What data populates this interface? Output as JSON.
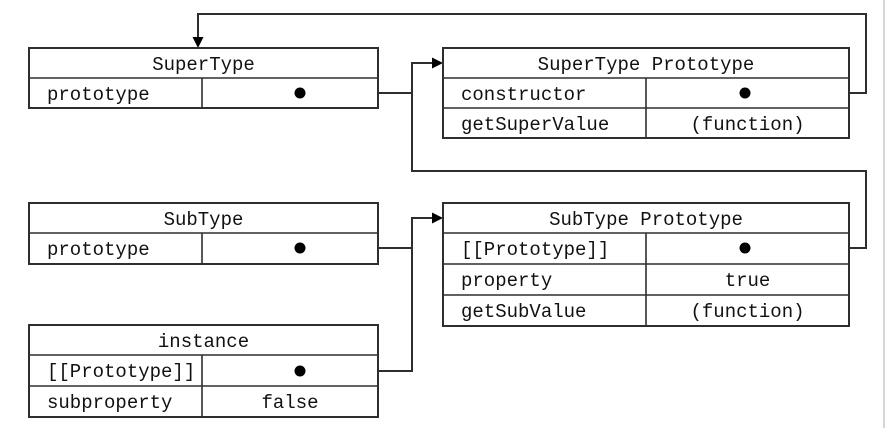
{
  "diagram": {
    "theme": {
      "background": "#ffffff",
      "line_color": "#2e2e2e",
      "text_color": "#111111",
      "pointer_color": "#000000",
      "page_edge_color": "#d8d4dc"
    },
    "boxes": {
      "supertype": {
        "title": "SuperType",
        "rows": [
          {
            "label": "prototype",
            "value": ""
          }
        ]
      },
      "supertype_prototype": {
        "title": "SuperType Prototype",
        "rows": [
          {
            "label": "constructor",
            "value": ""
          },
          {
            "label": "getSuperValue",
            "value": "(function)"
          }
        ]
      },
      "subtype": {
        "title": "SubType",
        "rows": [
          {
            "label": "prototype",
            "value": ""
          }
        ]
      },
      "subtype_prototype": {
        "title": "SubType Prototype",
        "rows": [
          {
            "label": "[[Prototype]]",
            "value": ""
          },
          {
            "label": "property",
            "value": "true"
          },
          {
            "label": "getSubValue",
            "value": "(function)"
          }
        ]
      },
      "instance": {
        "title": "instance",
        "rows": [
          {
            "label": "[[Prototype]]",
            "value": ""
          },
          {
            "label": "subproperty",
            "value": "false"
          }
        ]
      }
    },
    "pointers": [
      {
        "from": "SuperType.prototype",
        "to": "SuperType Prototype"
      },
      {
        "from": "SuperType Prototype.constructor",
        "to": "SuperType"
      },
      {
        "from": "SubType.prototype",
        "to": "SubType Prototype"
      },
      {
        "from": "SubType Prototype.[[Prototype]]",
        "to": "SuperType Prototype"
      },
      {
        "from": "instance.[[Prototype]]",
        "to": "SubType Prototype"
      }
    ]
  }
}
